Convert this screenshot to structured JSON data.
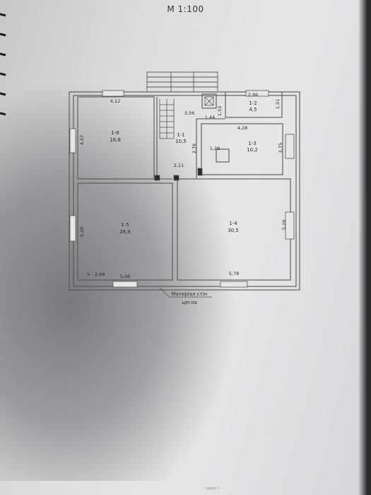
{
  "scale_label": "М 1:100",
  "material_note": [
    "Матеріал стін",
    "цегла"
  ],
  "rooms": [
    {
      "id": "1-1",
      "area": "10,5"
    },
    {
      "id": "1-2",
      "area": "4,5"
    },
    {
      "id": "1-3",
      "area": "10,2"
    },
    {
      "id": "1-4",
      "area": "30,5"
    },
    {
      "id": "1-5",
      "area": "26,8"
    },
    {
      "id": "1-6",
      "area": "18,8"
    }
  ],
  "dimensions": {
    "r16_width": "4,12",
    "r16_height": "4,57",
    "stair_width": "3,56",
    "r12_width": "2,96",
    "r12_height": "1,51",
    "vent_height": "1,53",
    "vent_width": "1,44",
    "r13_width": "4,28",
    "r13_height": "2,75",
    "r13_inner": "1,29",
    "r11_height": "2,76",
    "r11_width": "2,11",
    "r15_height": "5,28",
    "r15_width": "5,08",
    "ceiling": "h - 2,69",
    "r14_height": "5,28",
    "r14_width": "5,78"
  },
  "footer_mark": "~ pyyn ~"
}
